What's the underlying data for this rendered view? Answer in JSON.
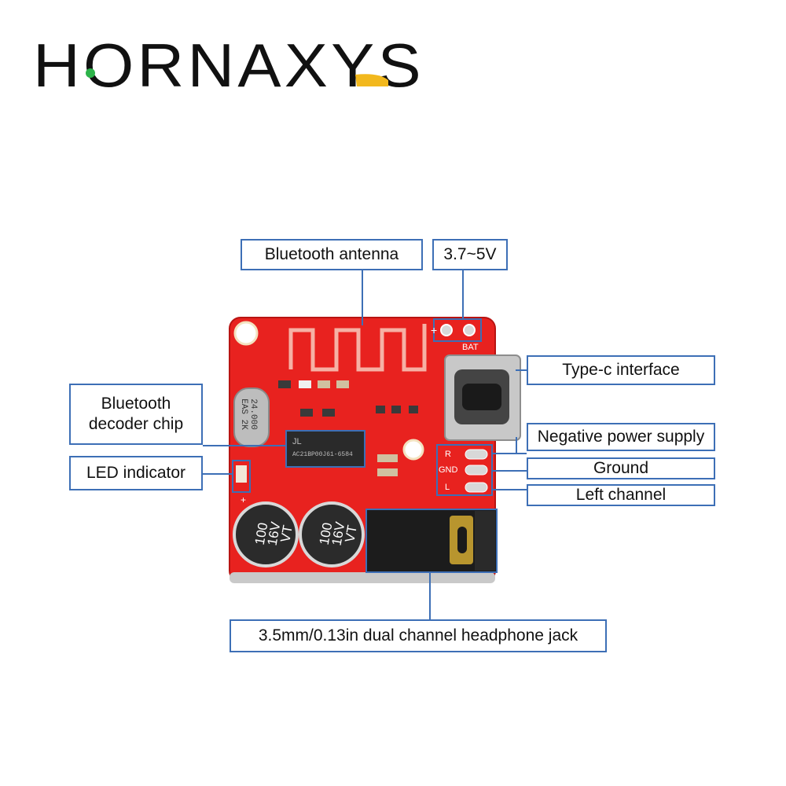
{
  "brand": {
    "name": "HORNAXYS",
    "dot_color": "#2db34a",
    "accent_color": "#f2b81d"
  },
  "callouts": {
    "antenna": "Bluetooth antenna",
    "voltage": "3.7~5V",
    "typec": "Type-c interface",
    "chip_line1": "Bluetooth",
    "chip_line2": "decoder chip",
    "led": "LED indicator",
    "negative": "Negative power supply",
    "ground": "Ground",
    "left": "Left channel",
    "jack": "3.5mm/0.13in dual channel headphone jack"
  },
  "board": {
    "pcb_color": "#e8221f",
    "silk_bat": "BAT",
    "silk_plus": "+",
    "silk_r": "R",
    "silk_gnd": "GND",
    "silk_l": "L",
    "crystal_line1": "24.000",
    "crystal_line2": "EAS 2K",
    "chip_marking": "AC21BP00J61-6584",
    "chip_logo": "JL",
    "cap1_value": "100",
    "cap1_voltage": "16V",
    "cap1_series": "VT",
    "cap2_value": "100",
    "cap2_voltage": "16V",
    "cap2_series": "VT"
  },
  "colors": {
    "callout_border": "#3d6fb6"
  }
}
